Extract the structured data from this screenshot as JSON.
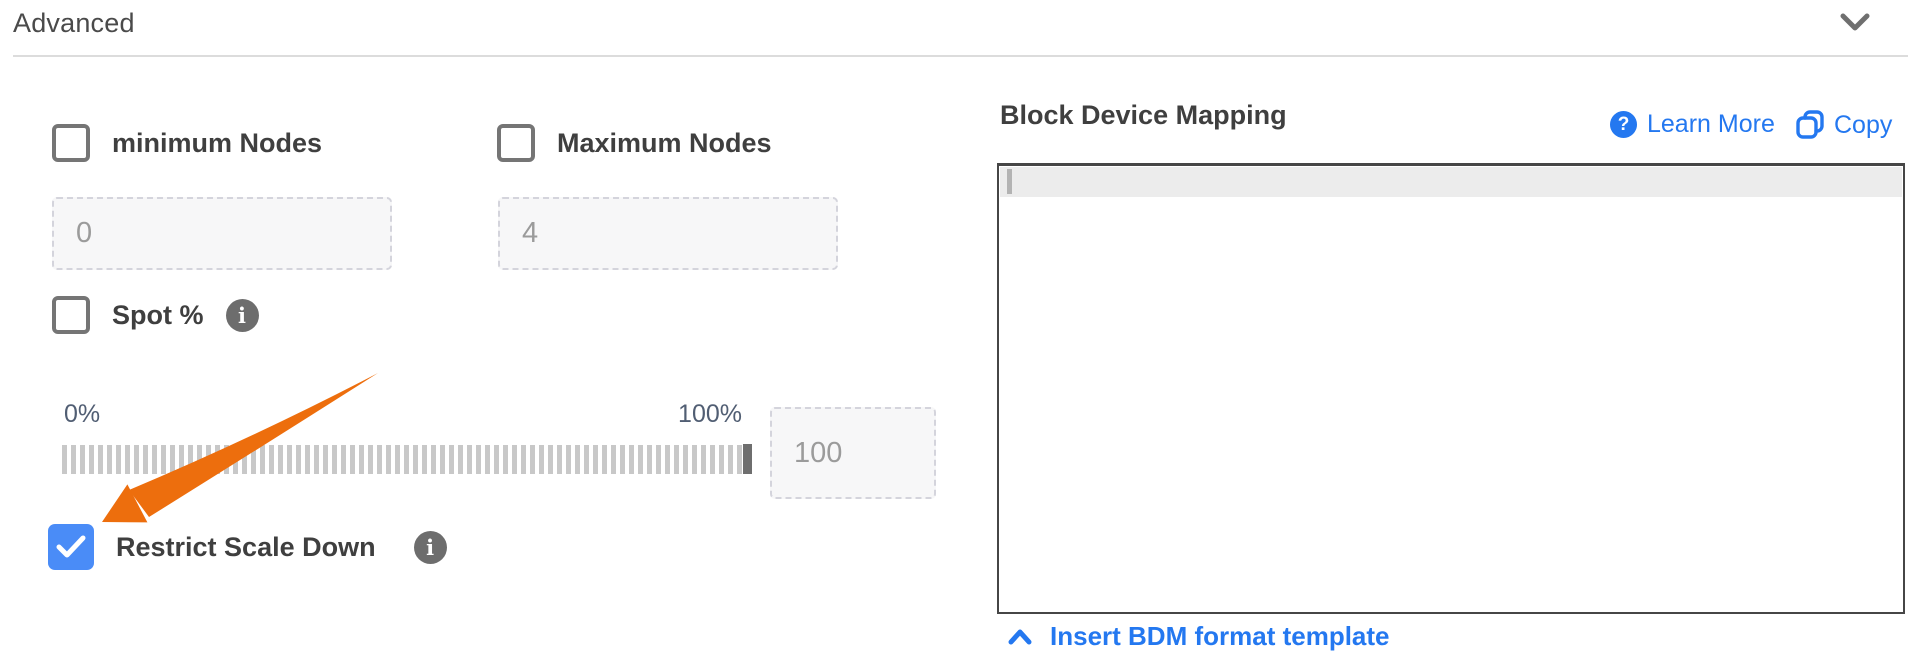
{
  "header": {
    "title": "Advanced",
    "collapse_icon": "chevron-down"
  },
  "left_panel": {
    "min_nodes": {
      "label": "minimum Nodes",
      "checked": false,
      "value": "0"
    },
    "max_nodes": {
      "label": "Maximum Nodes",
      "checked": false,
      "value": "4"
    },
    "spot": {
      "label": "Spot %",
      "checked": false,
      "info_icon": "info-icon"
    },
    "slider": {
      "min_label": "0%",
      "max_label": "100%",
      "value": 100,
      "input_value": "100"
    },
    "restrict_scale_down": {
      "label": "Restrict Scale Down",
      "checked": true,
      "info_icon": "info-icon"
    },
    "annotation": {
      "shape": "orange-arrow",
      "points_to": "restrict-scale-down-checkbox"
    }
  },
  "right_panel": {
    "title": "Block Device Mapping",
    "learn_more_label": "Learn More",
    "copy_label": "Copy",
    "editor": {
      "content": "",
      "cursor_visible": true
    },
    "insert_template_label": "Insert BDM format template"
  },
  "colors": {
    "accent_blue": "#2478f0",
    "checkbox_blue": "#4a8cf7",
    "arrow_orange": "#ed6e0d",
    "label_dark": "#3f3f3f",
    "slider_label": "#515e73",
    "tick_gray": "#c8c8c8",
    "handle_gray": "#6e6e6e",
    "editor_border": "#464646"
  }
}
